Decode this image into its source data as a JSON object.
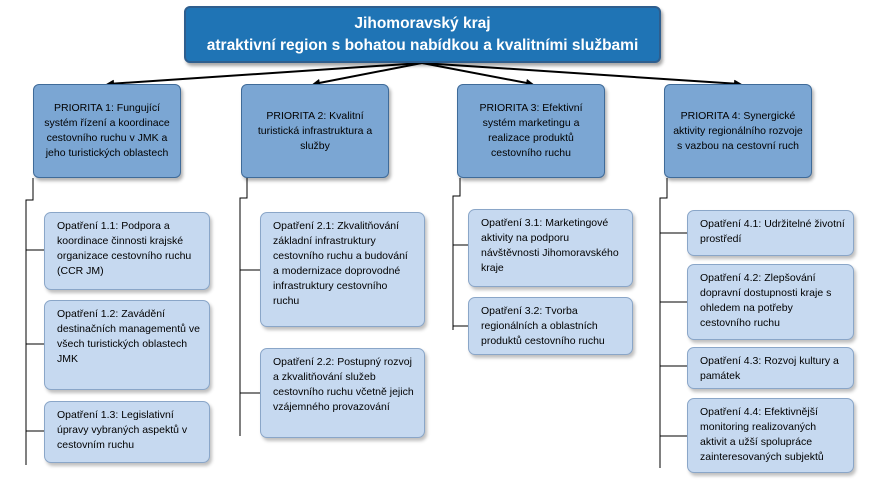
{
  "header": {
    "line1": "Jihomoravský kraj",
    "line2": "atraktivní region s bohatou nabídkou a kvalitními službami"
  },
  "priorities": [
    {
      "label": "PRIORITA 1: Fungující systém řízení a koordinace cestovního ruchu v JMK a jeho turistických oblastech",
      "measures": [
        "Opatření 1.1: Podpora a koordinace činnosti krajské organizace cestovního ruchu (CCR JM)",
        "Opatření 1.2: Zavádění destinačních managementů ve všech turistických oblastech JMK",
        "Opatření 1.3: Legislativní úpravy vybraných aspektů v cestovním ruchu"
      ]
    },
    {
      "label": "PRIORITA 2: Kvalitní turistická infrastruktura a služby",
      "measures": [
        "Opatření 2.1: Zkvalitňování základní infrastruktury cestovního ruchu a budování a modernizace doprovodné infrastruktury cestovního ruchu",
        "Opatření 2.2: Postupný rozvoj a zkvalitňování služeb cestovního ruchu včetně jejich vzájemného provazování"
      ]
    },
    {
      "label": "PRIORITA 3: Efektivní systém marketingu a realizace produktů cestovního ruchu",
      "measures": [
        "Opatření 3.1: Marketingové aktivity na podporu návštěvnosti Jihomoravského kraje",
        "Opatření 3.2: Tvorba regionálních a oblastních produktů cestovního ruchu"
      ]
    },
    {
      "label": "PRIORITA 4: Synergické aktivity regionálního rozvoje s vazbou na cestovní ruch",
      "measures": [
        "Opatření 4.1: Udržitelné životní prostředí",
        "Opatření 4.2: Zlepšování dopravní dostupnosti kraje s ohledem na potřeby cestovního ruchu",
        "Opatření 4.3: Rozvoj kultury a památek",
        "Opatření 4.4: Efektivnější monitoring realizovaných aktivit a užší spolupráce zainteresovaných subjektů"
      ]
    }
  ]
}
